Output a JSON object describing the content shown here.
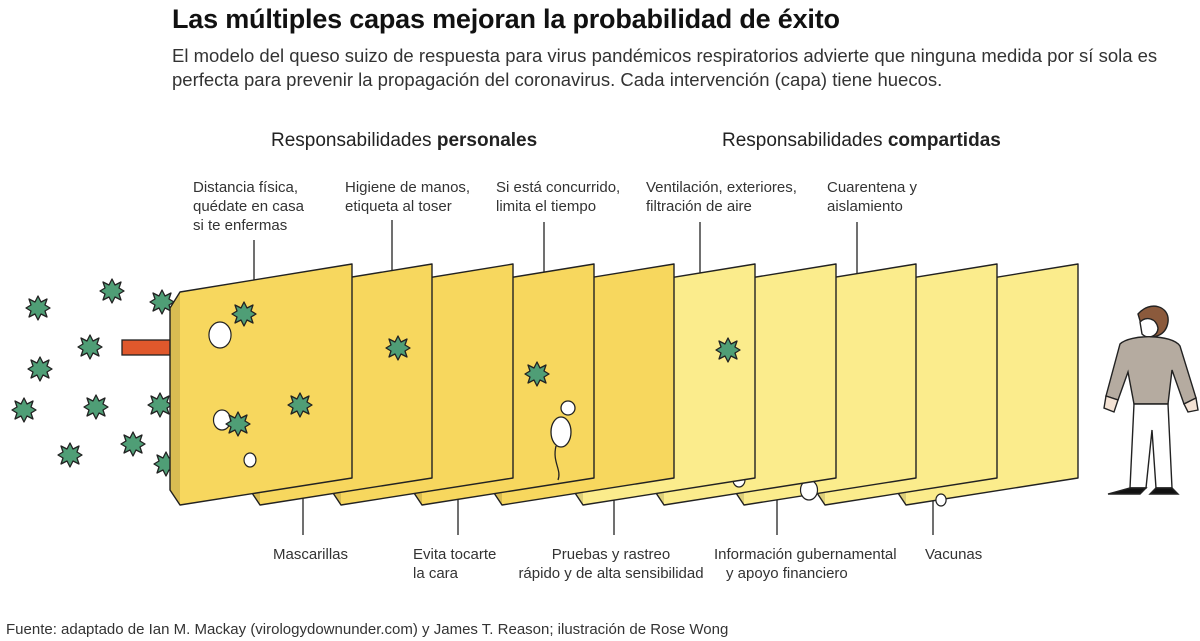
{
  "title": "Las múltiples capas mejoran la probabilidad de éxito",
  "subtitle": "El modelo del queso suizo de respuesta para virus pandémicos respiratorios advierte que ninguna medida por sí sola es perfecta para prevenir la propagación del coronavirus. Cada intervención (capa) tiene huecos.",
  "groups": {
    "personal_prefix": "Responsabilidades ",
    "personal_bold": "personales",
    "shared_prefix": "Responsabilidades ",
    "shared_bold": "compartidas"
  },
  "top_labels": [
    {
      "line1": "Distancia física,",
      "line2": "quédate en casa",
      "line3": "si te enfermas"
    },
    {
      "line1": "Higiene de manos,",
      "line2": "etiqueta al toser"
    },
    {
      "line1": "Si está concurrido,",
      "line2": "limita el tiempo"
    },
    {
      "line1": "Ventilación, exteriores,",
      "line2": "filtración de aire"
    },
    {
      "line1": "Cuarentena y",
      "line2": "aislamiento"
    }
  ],
  "bottom_labels": [
    {
      "line1": "Mascarillas"
    },
    {
      "line1": "Evita tocarte",
      "line2": "la cara"
    },
    {
      "line1": "Pruebas y rastreo",
      "line2": "rápido y de alta sensibilidad"
    },
    {
      "line1": "Información gubernamental",
      "line2": "y apoyo financiero"
    },
    {
      "line1": "Vacunas"
    }
  ],
  "source": "Fuente: adaptado de Ian M. Mackay (virologydownunder.com) y James T. Reason; ilustración de Rose Wong",
  "colors": {
    "personal_slice": "#f7d75e",
    "shared_slice": "#fbec8c",
    "outline": "#222222",
    "virus": "#4f9e76",
    "arrow": "#e0582c"
  }
}
